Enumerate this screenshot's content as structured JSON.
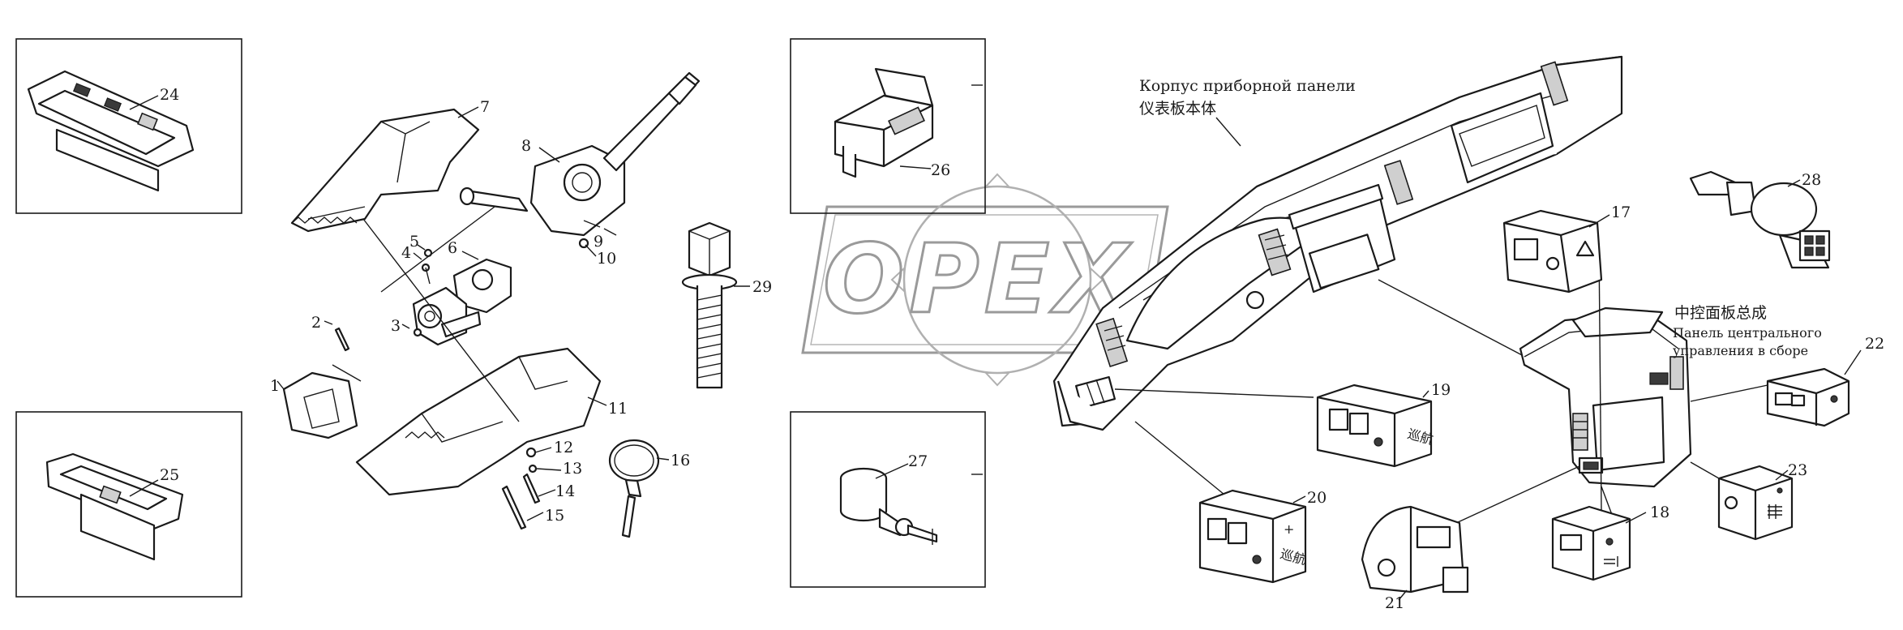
{
  "diagram": {
    "part_numbers": {
      "p1": "1",
      "p2": "2",
      "p3": "3",
      "p4": "4",
      "p5": "5",
      "p6": "6",
      "p7": "7",
      "p8": "8",
      "p9": "9",
      "p10": "10",
      "p11": "11",
      "p12": "12",
      "p13": "13",
      "p14": "14",
      "p15": "15",
      "p16": "16",
      "p17": "17",
      "p18": "18",
      "p19": "19",
      "p20": "20",
      "p21": "21",
      "p22": "22",
      "p23": "23",
      "p24": "24",
      "p25": "25",
      "p26": "26",
      "p27": "27",
      "p28": "28",
      "p29": "29"
    },
    "dashboard_label_ru": "Корпус приборной панели",
    "dashboard_label_zh": "仪表板本体",
    "center_panel_label_zh": "中控面板总成",
    "center_panel_label_ru_1": "Панель центрального",
    "center_panel_label_ru_2": "управления в сборе",
    "switch_19_glyph": "巡航",
    "switch_20_glyph_1": "+",
    "switch_20_glyph_2": "巡航",
    "watermark": "OPEX",
    "icons": [
      "hazard-triangle-icon",
      "fog-lamp-icon",
      "rear-defrost-icon"
    ],
    "colors": {
      "line": "#1a1a1a",
      "watermark": "#9a9a9a",
      "background": "#ffffff"
    }
  }
}
